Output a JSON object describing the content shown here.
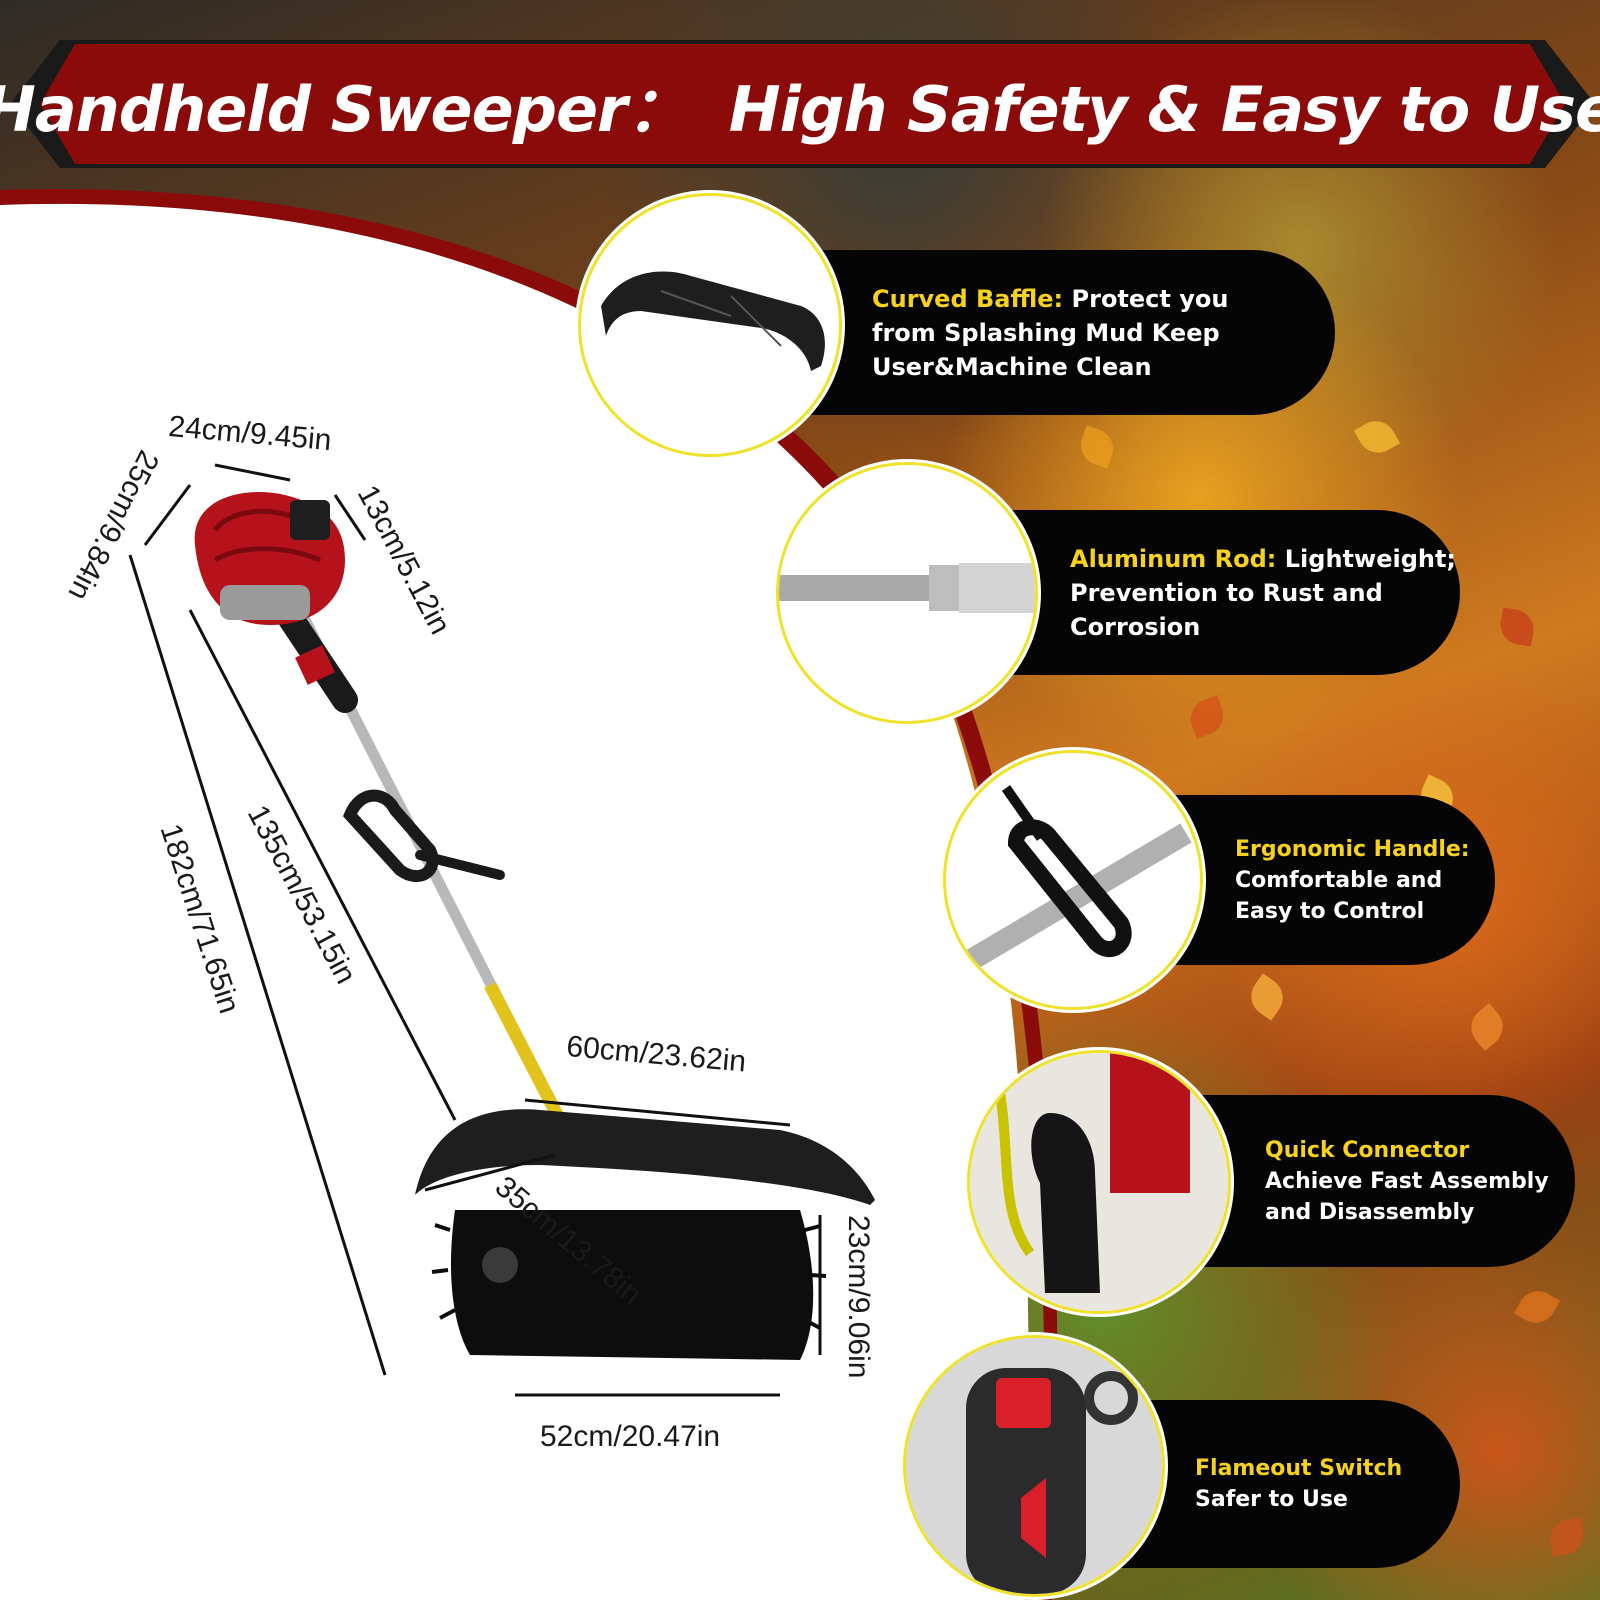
{
  "banner": {
    "title": "Handheld Sweeper：  High Safety & Easy to Use"
  },
  "dimensions": {
    "engine_width": "24cm/9.45in",
    "engine_height": "25cm/9.84in",
    "engine_depth": "13cm/5.12in",
    "total_length": "182cm/71.65in",
    "rod_length": "135cm/53.15in",
    "baffle_width": "60cm/23.62in",
    "brush_diameter": "35cm/13.78in",
    "brush_height": "23cm/9.06in",
    "brush_width": "52cm/20.47in"
  },
  "features": [
    {
      "title": "Curved Baffle:",
      "desc_line1": " Protect you",
      "desc_line2": "from Splashing Mud Keep",
      "desc_line3": "User&Machine Clean"
    },
    {
      "title": "Aluminum Rod:",
      "desc_line1": " Lightweight;",
      "desc_line2": "Prevention to Rust and",
      "desc_line3": "Corrosion"
    },
    {
      "title": "Ergonomic Handle:",
      "desc_line1": "Comfortable and",
      "desc_line2": "Easy to Control"
    },
    {
      "title": "Quick Connector",
      "desc_line1": "Achieve Fast Assembly",
      "desc_line2": "and Disassembly"
    },
    {
      "title": "Flameout Switch",
      "desc_line1": "Safer to Use"
    }
  ],
  "colors": {
    "banner_red": "#8b0a0a",
    "title_yellow": "#f6d21c",
    "ring_yellow": "#f0e22a",
    "pill_black": "#050505",
    "engine_red": "#b5121b"
  }
}
